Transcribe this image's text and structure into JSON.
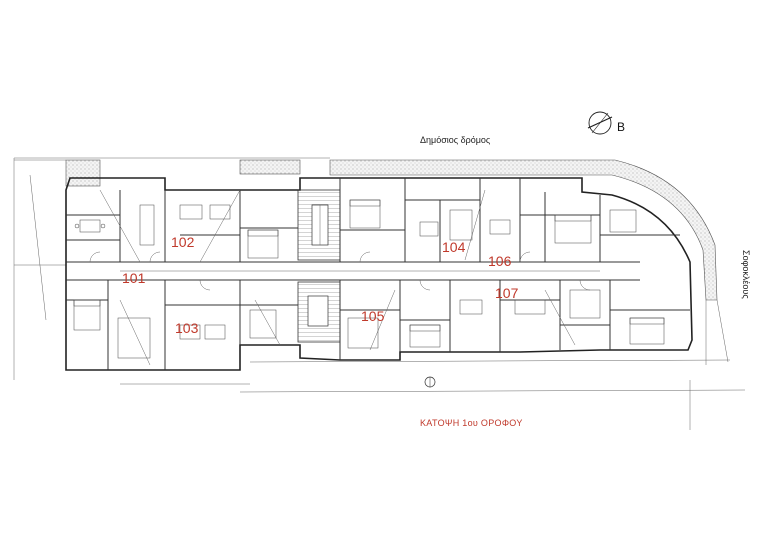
{
  "street_top": "Δημόσιος δρόμος",
  "street_right": "Σοφοκλέους",
  "compass_letter": "B",
  "caption": "ΚΑΤΟΨΗ 1ου ΟΡΟΦΟΥ",
  "units": [
    {
      "id": "101",
      "label": "101"
    },
    {
      "id": "102",
      "label": "102"
    },
    {
      "id": "103",
      "label": "103"
    },
    {
      "id": "104",
      "label": "104"
    },
    {
      "id": "105",
      "label": "105"
    },
    {
      "id": "106",
      "label": "106"
    },
    {
      "id": "107",
      "label": "107"
    }
  ],
  "colors": {
    "unit_label": "#c0392b",
    "line": "#333333"
  }
}
